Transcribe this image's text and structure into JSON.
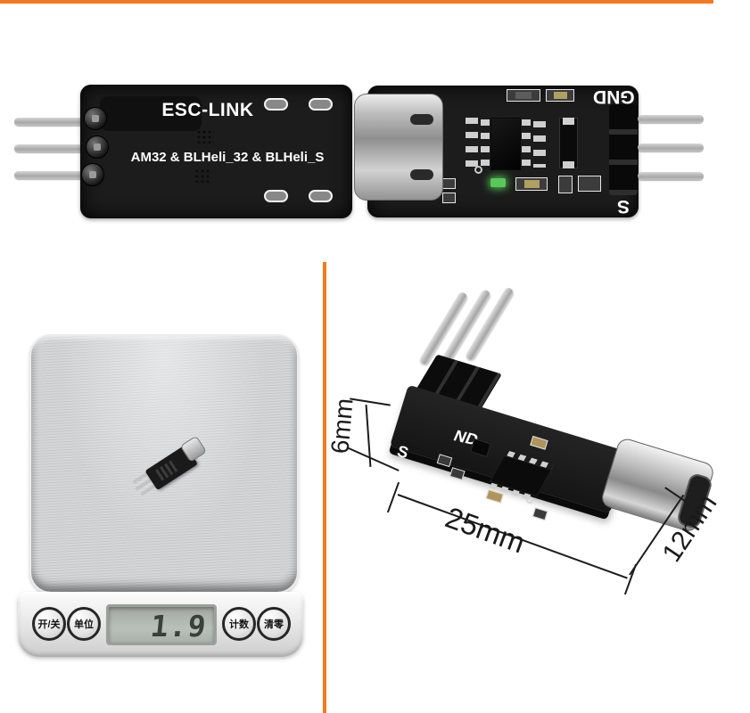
{
  "colors": {
    "divider_orange": "#f5781e",
    "pcb_black": "#1c1c1c",
    "led_green": "#58c858"
  },
  "product": {
    "front": {
      "title": "ESC-LINK",
      "subtitle": "AM32 & BLHeli_32 & BLHeli_S"
    },
    "back": {
      "gnd_label": "GND",
      "signal_label": "S"
    }
  },
  "scale": {
    "display_value": "1.9",
    "buttons": [
      {
        "label": "开/关"
      },
      {
        "label": "单位"
      },
      {
        "label": "计数"
      },
      {
        "label": "清零"
      }
    ]
  },
  "dimensions": {
    "height": "6mm",
    "length": "25mm",
    "width": "12mm",
    "silkscreen_nd": "ND",
    "silkscreen_s": "S"
  }
}
